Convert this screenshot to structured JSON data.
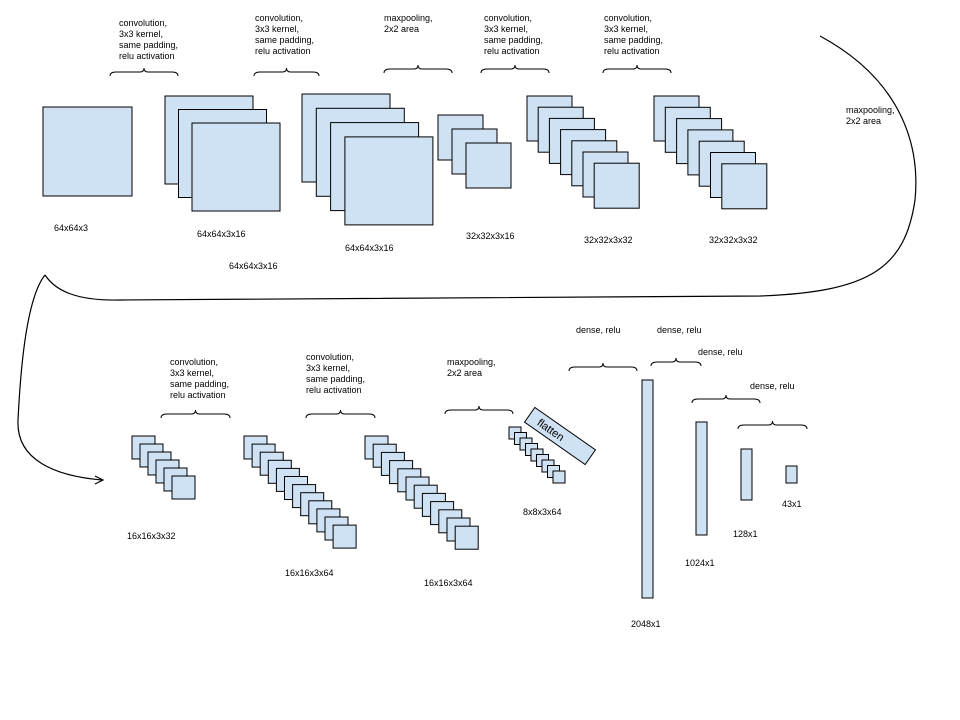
{
  "colors": {
    "block_fill": "#cfe2f3",
    "stroke": "#000000",
    "background": "#ffffff"
  },
  "operations": {
    "conv1": "convolution,\n3x3 kernel,\nsame padding,\nrelu activation",
    "conv2": "convolution,\n3x3 kernel,\nsame padding,\nrelu activation",
    "pool1": "maxpooling,\n2x2 area",
    "conv3": "convolution,\n3x3 kernel,\nsame padding,\nrelu activation",
    "conv4": "convolution,\n3x3 kernel,\nsame padding,\nrelu activation",
    "pool2": "maxpooling,\n2x2 area",
    "conv5": "convolution,\n3x3 kernel,\nsame padding,\nrelu activation",
    "conv6": "convolution,\n3x3 kernel,\nsame padding,\nrelu activation",
    "pool3": "maxpooling,\n2x2 area",
    "dense1": "dense, relu",
    "dense2": "dense, relu",
    "dense3": "dense, relu",
    "dense4": "dense, relu"
  },
  "flatten": "flatten",
  "layers": {
    "input": "64x64x3",
    "conv1": "64x64x3x16",
    "conv1_extra": "64x64x3x16",
    "conv2": "64x64x3x16",
    "pool1": "32x32x3x16",
    "conv3": "32x32x3x32",
    "conv4": "32x32x3x32",
    "conv5": "16x16x3x32",
    "conv6": "16x16x3x64",
    "conv7": "16x16x3x64",
    "pool3": "8x8x3x64",
    "dense1": "2048x1",
    "dense2": "1024x1",
    "dense3": "128x1",
    "dense4": "43x1"
  }
}
